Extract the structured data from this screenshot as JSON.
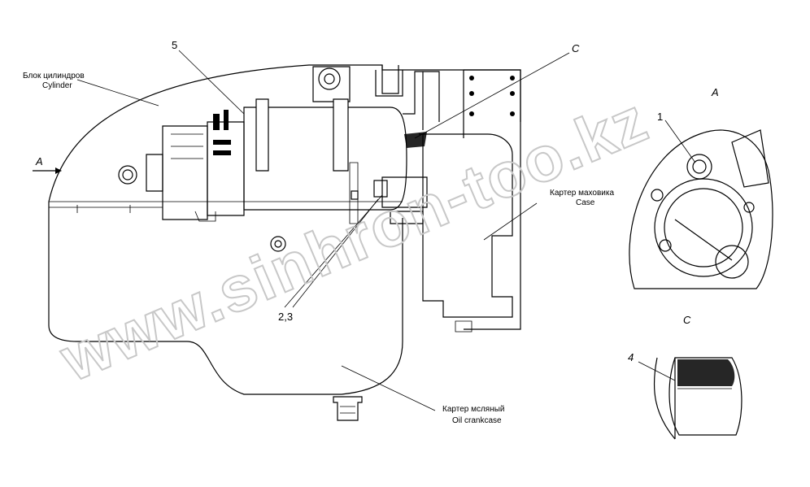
{
  "labels": {
    "cylinder_ru": "Блок цилиндров",
    "cylinder_en": "Cylinder",
    "case_ru": "Картер маховика",
    "case_en": "Case",
    "oil_ru": "Картер мсляный",
    "oil_en": "Oil crankcase"
  },
  "callouts": {
    "part5": "5",
    "part23": "2,3",
    "part1": "1",
    "part4": "4"
  },
  "views": {
    "arrow_a": "A",
    "view_a": "A",
    "view_c_top": "C",
    "view_c": "C"
  },
  "watermark": "www.sinhron-too.kz"
}
